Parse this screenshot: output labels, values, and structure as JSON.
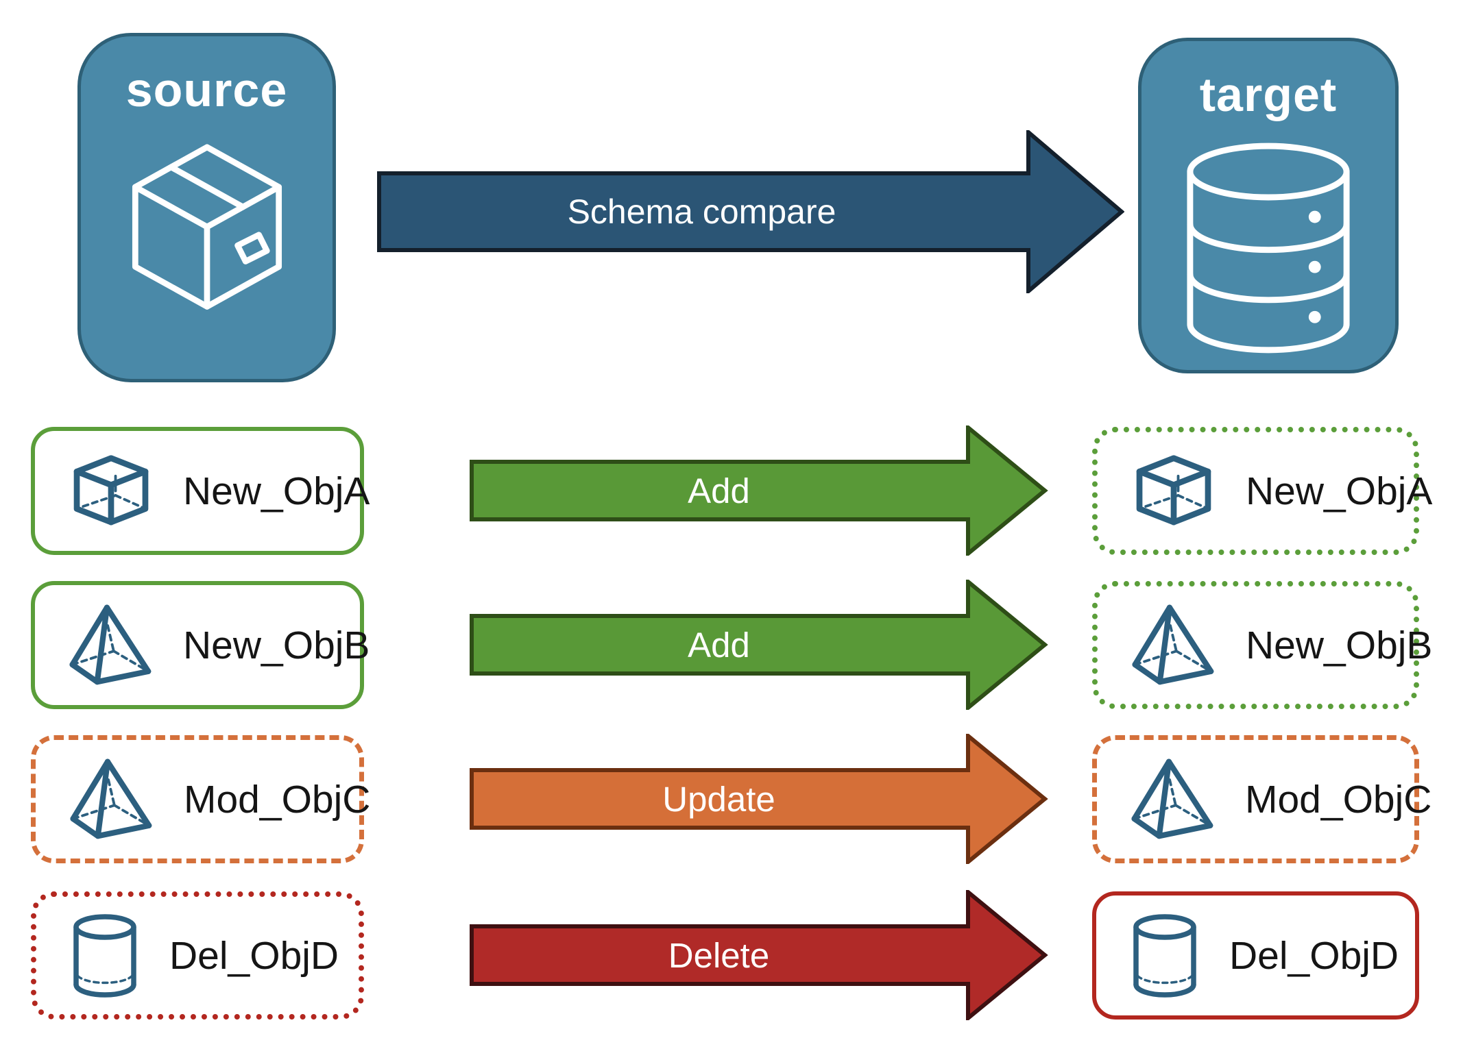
{
  "nodes": {
    "source": {
      "label": "source",
      "icon": "package-icon"
    },
    "target": {
      "label": "target",
      "icon": "database-icon"
    }
  },
  "main_arrow": {
    "label": "Schema compare"
  },
  "rows": [
    {
      "name": "New_ObjA",
      "icon": "cube-icon",
      "action": "Add",
      "color": "#5B9E3A",
      "arrow_fill": "#599937",
      "arrow_border": "#2E4E17",
      "source_border_style": "solid",
      "target_border_style": "dotted"
    },
    {
      "name": "New_ObjB",
      "icon": "pyramid-icon",
      "action": "Add",
      "color": "#5B9E3A",
      "arrow_fill": "#599937",
      "arrow_border": "#2E4E17",
      "source_border_style": "solid",
      "target_border_style": "dotted"
    },
    {
      "name": "Mod_ObjC",
      "icon": "pyramid-icon",
      "action": "Update",
      "color": "#D4703B",
      "arrow_fill": "#D56F38",
      "arrow_border": "#6B2F10",
      "source_border_style": "dashed",
      "target_border_style": "dashed"
    },
    {
      "name": "Del_ObjD",
      "icon": "cylinder-icon",
      "action": "Delete",
      "color": "#B3271F",
      "arrow_fill": "#B02A28",
      "arrow_border": "#3E1011",
      "source_border_style": "dotted",
      "target_border_style": "solid"
    }
  ],
  "colors": {
    "node_fill": "#4A89A8",
    "node_border": "#2E6077",
    "node_icon": "#FFFFFF",
    "object_icon": "#2C5F7F",
    "main_arrow_fill": "#2B5575",
    "main_arrow_border": "#14202C",
    "arrow_text": "#FFFFFF",
    "label_text": "#151515"
  }
}
